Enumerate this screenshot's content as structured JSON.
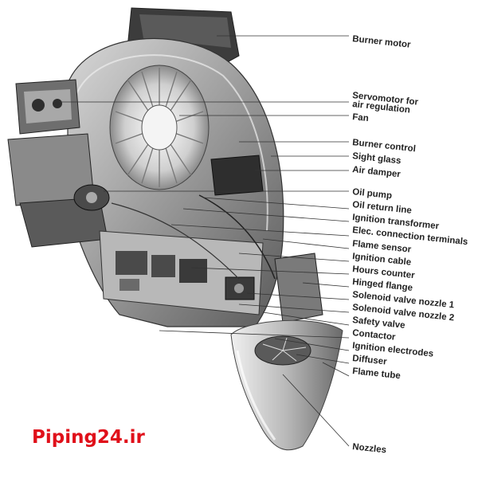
{
  "brand": {
    "text": "Piping24.ir",
    "color": "#e0101a"
  },
  "labels": [
    "Burner motor",
    "Servomotor for",
    "air regulation",
    "Fan",
    "Burner control",
    "Sight glass",
    "Air damper",
    "Oil pump",
    "Oil return line",
    "Ignition transformer",
    "Elec. connection terminals",
    "Flame sensor",
    "Ignition cable",
    "Hours counter",
    "Hinged flange",
    "Solenoid valve nozzle 1",
    "Solenoid valve nozzle 2",
    "Safety valve",
    "Contactor",
    "Ignition electrodes",
    "Diffuser",
    "Flame tube",
    "Nozzles"
  ]
}
